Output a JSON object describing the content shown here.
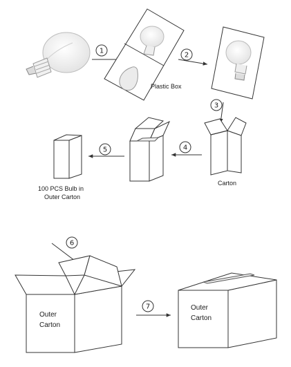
{
  "steps": [
    "1",
    "2",
    "3",
    "4",
    "5",
    "6",
    "7"
  ],
  "labels": {
    "plastic_box": "Plastic Box",
    "carton": "Carton",
    "bulb_line1": "100 PCS Bulb in",
    "bulb_line2": "Outer Carton",
    "open_outer_line1": "Outer",
    "open_outer_line2": "Carton",
    "closed_outer_line1": "Outer",
    "closed_outer_line2": "Carton"
  }
}
